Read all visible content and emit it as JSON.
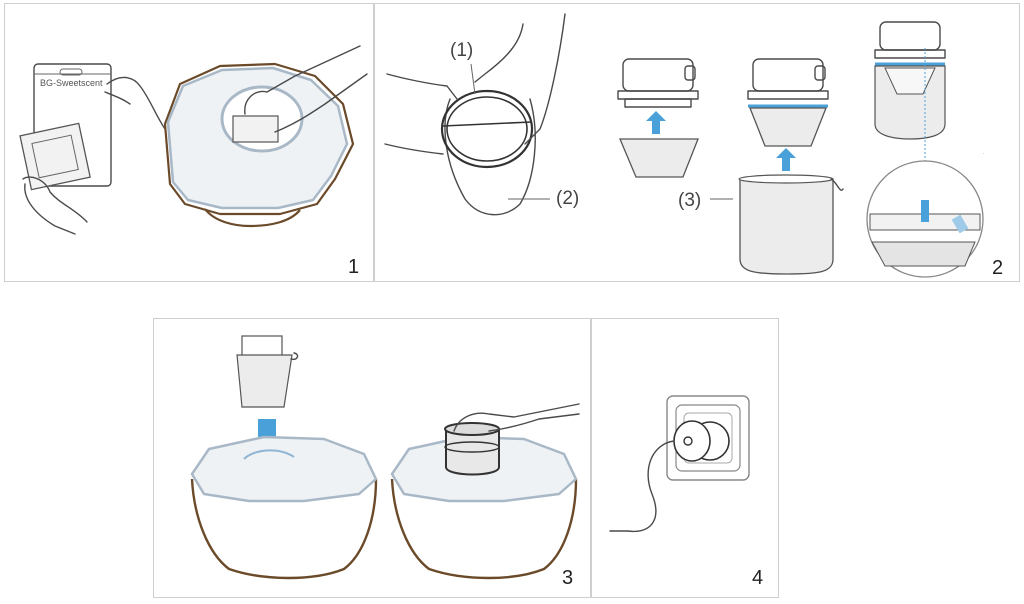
{
  "colors": {
    "arrow": "#4aa0d8",
    "lid_edge": "#a9b8c6",
    "base_outline": "#6b4a2a",
    "border": "#cfcfcf"
  },
  "panels": [
    {
      "step": "1",
      "package_label": "BG-Sweetscent"
    },
    {
      "step": "2",
      "callouts": [
        "(1)",
        "(2)",
        "(3)"
      ]
    },
    {
      "step": "3"
    },
    {
      "step": "4"
    }
  ]
}
